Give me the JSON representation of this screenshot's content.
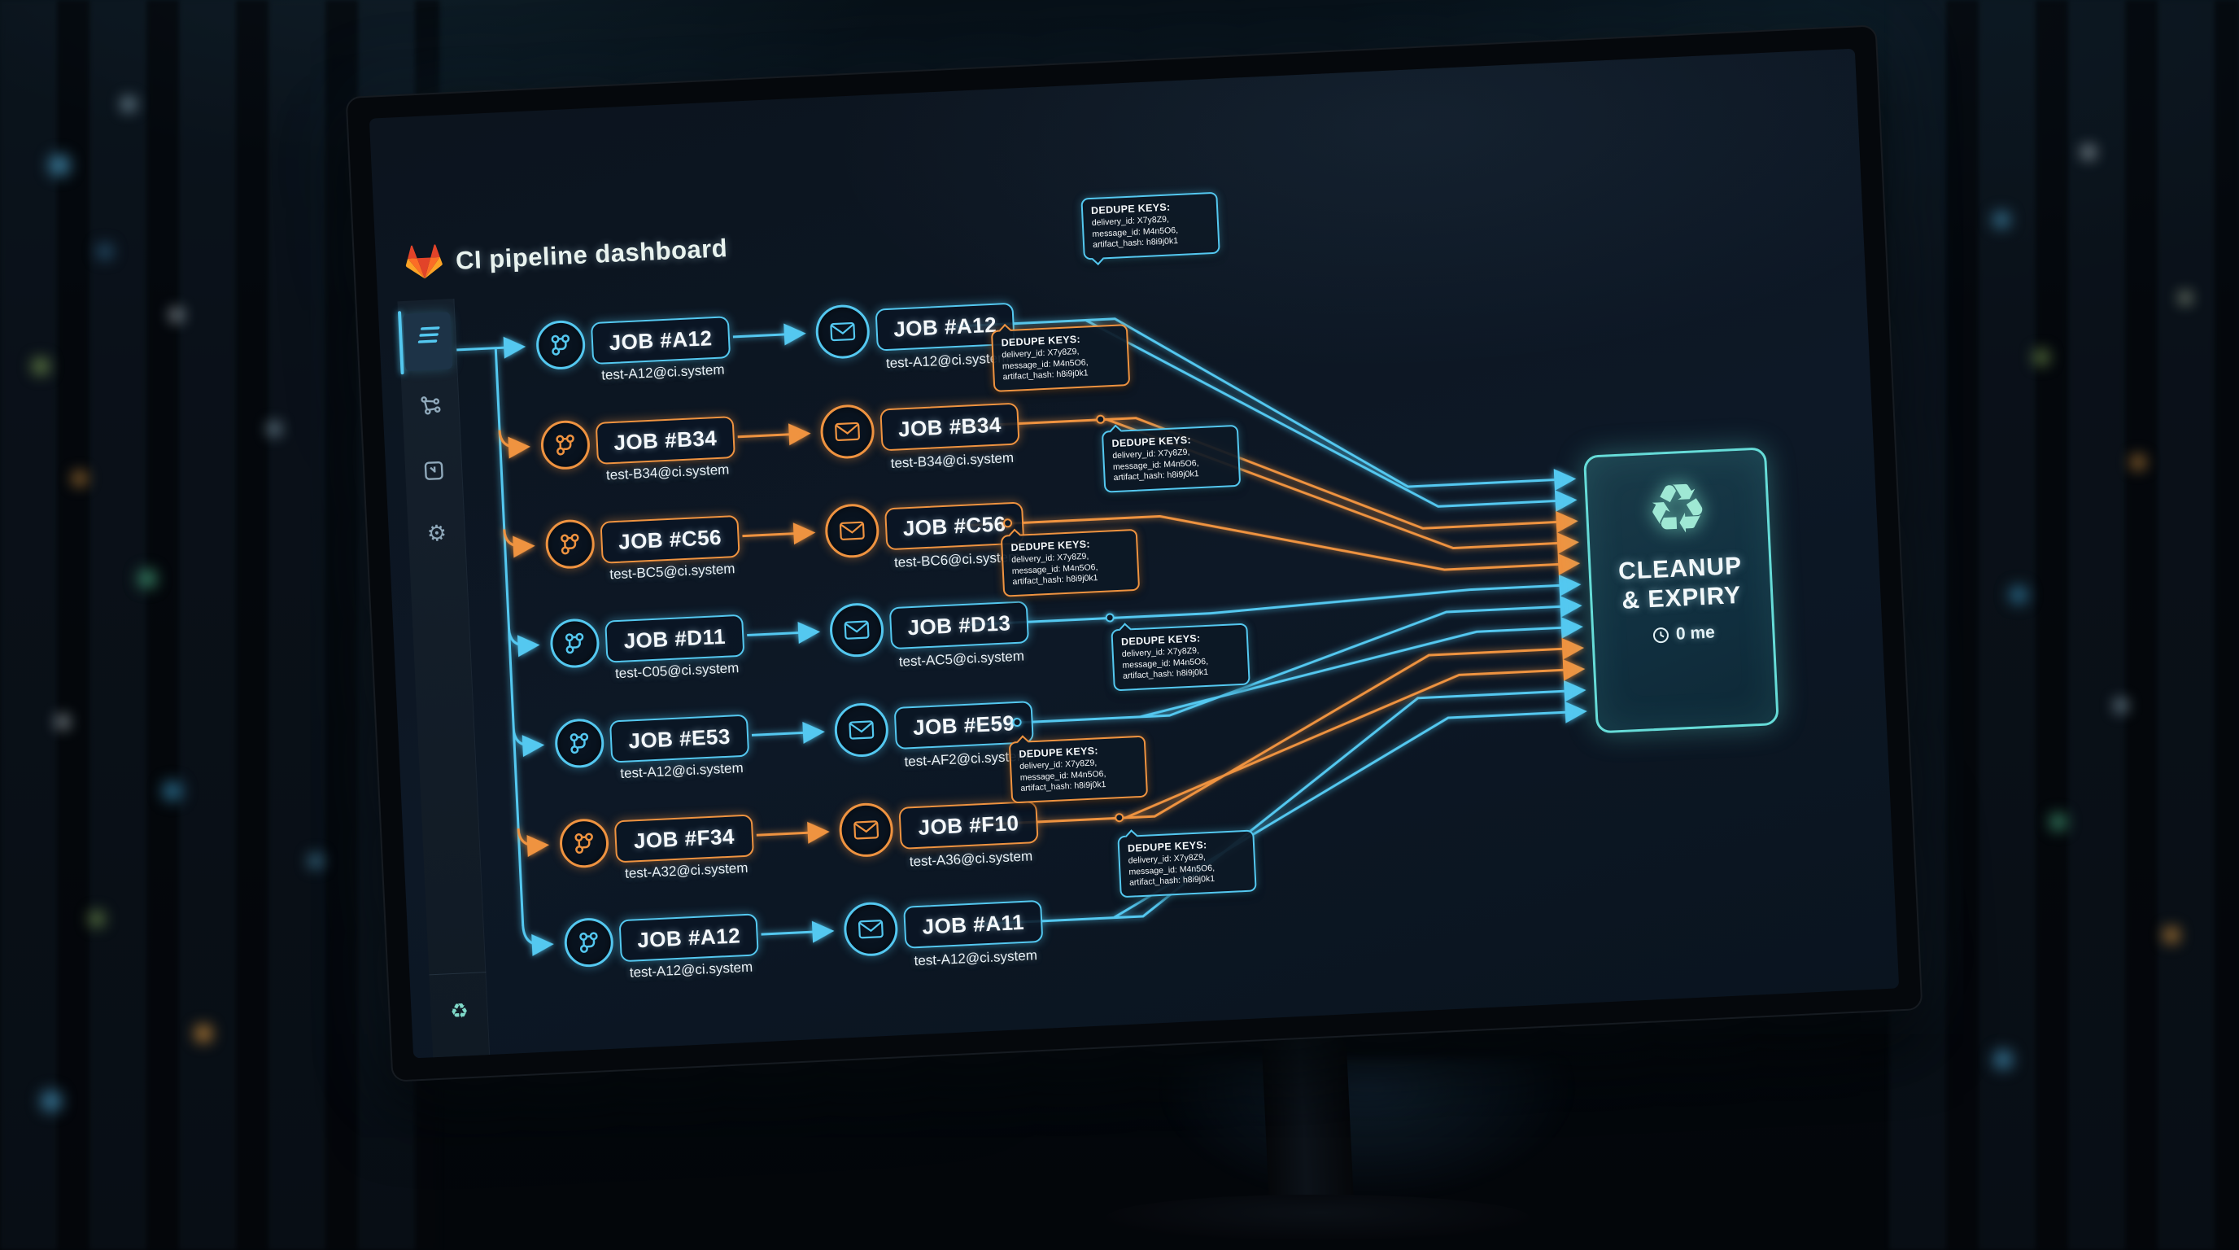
{
  "colors": {
    "blue": "#54c8f0",
    "orange": "#ef9340",
    "teal": "#66dcd8",
    "logo_orange": "#fc6d26"
  },
  "header": {
    "title": "CI pipeline dashboard"
  },
  "sidebar": {
    "items": [
      {
        "icon": "database-layers",
        "active": true
      },
      {
        "icon": "pipeline-network",
        "active": false
      },
      {
        "icon": "panel",
        "active": false
      },
      {
        "icon": "settings-gear",
        "active": false
      },
      {
        "icon": "recycle",
        "active": false
      }
    ]
  },
  "rows": [
    {
      "color": "blue",
      "job": "JOB #A12",
      "job_email": "test-A12@ci.system",
      "mail": "JOB #A12",
      "mail_email": "test-A12@ci.system"
    },
    {
      "color": "orange",
      "job": "JOB #B34",
      "job_email": "test-B34@ci.system",
      "mail": "JOB #B34",
      "mail_email": "test-B34@ci.system"
    },
    {
      "color": "orange",
      "job": "JOB #C56",
      "job_email": "test-BC5@ci.system",
      "mail": "JOB #C56",
      "mail_email": "test-BC6@ci.system"
    },
    {
      "color": "blue",
      "job": "JOB #D11",
      "job_email": "test-C05@ci.system",
      "mail": "JOB #D13",
      "mail_email": "test-AC5@ci.system"
    },
    {
      "color": "blue",
      "job": "JOB #E53",
      "job_email": "test-A12@ci.system",
      "mail": "JOB #E59",
      "mail_email": "test-AF2@ci.system"
    },
    {
      "color": "orange",
      "job": "JOB #F34",
      "job_email": "test-A32@ci.system",
      "mail": "JOB #F10",
      "mail_email": "test-A36@ci.system"
    },
    {
      "color": "blue",
      "job": "JOB #A12",
      "job_email": "test-A12@ci.system",
      "mail": "JOB #A11",
      "mail_email": "test-A12@ci.system"
    }
  ],
  "tooltip": {
    "title": "DEDUPE KEYS:",
    "line1": "delivery_id: X7y8Z9,",
    "line2": "message_id: M4n5O6,",
    "line3": "artifact_hash: h8i9j0k1"
  },
  "cleanup": {
    "line1": "CLEANUP",
    "line2": "& EXPIRY",
    "recycle_icon": "♻",
    "timer": "0 me"
  }
}
